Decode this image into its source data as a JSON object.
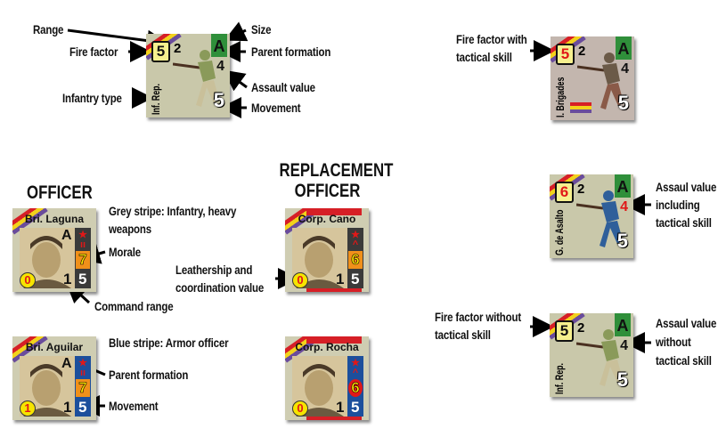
{
  "colors": {
    "rep_red": "#d61f26",
    "rep_yellow": "#f2d21b",
    "rep_purple": "#6a4c9c",
    "green": "#2f8f3a",
    "blue": "#1c4f9c",
    "grey": "#3a3a3a",
    "orange": "#f0901a",
    "khaki": "#c9c8aa",
    "brigade_bg": "#c3b6ae"
  },
  "headings": {
    "officer": "OFFICER",
    "replacement": "REPLACEMENT OFFICER"
  },
  "labels": {
    "range": "Range",
    "fire_factor": "Fire factor",
    "infantry_type": "Infantry type",
    "size": "Size",
    "parent_formation": "Parent formation",
    "assault_value": "Assault value",
    "movement": "Movement",
    "fire_with": "Fire factor with",
    "fire_with_2": "tactical skill",
    "assault_incl_1": "Assaul value",
    "assault_incl_2": "including",
    "assault_incl_3": "tactical skill",
    "fire_without": "Fire factor without",
    "fire_without_2": "tactical skill",
    "assault_without_1": "Assaul value",
    "assault_without_2": "without",
    "assault_without_3": "tactical skill",
    "grey_stripe_1": "Grey stripe: Infantry, heavy",
    "grey_stripe_2": "weapons",
    "morale": "Morale",
    "command_range": "Command range",
    "leadership_1": "Leathership and",
    "leadership_2": "coordination value",
    "blue_stripe": "Blue stripe: Armor officer",
    "officer_parent_formation": "Parent formation",
    "officer_movement": "Movement"
  },
  "units": [
    {
      "type": "Inf. Rep.",
      "fire": "5",
      "fire_color": "#111",
      "range": "2",
      "size": "A",
      "assault": "4",
      "assault_color": "#111",
      "movement": "5",
      "bg": "#c9c8aa",
      "uniform": "#8a9a5a"
    },
    {
      "type": "I. Brigades",
      "fire": "5",
      "fire_color": "#e01818",
      "range": "2",
      "size": "A",
      "assault": "4",
      "assault_color": "#111",
      "movement": "5",
      "bg": "#c3b6ae",
      "uniform": "#6b5a48"
    },
    {
      "type": "G. de Asalto",
      "fire": "6",
      "fire_color": "#e01818",
      "range": "2",
      "size": "A",
      "assault": "4",
      "assault_color": "#e01818",
      "movement": "5",
      "bg": "#c9c8aa",
      "uniform": "#2f5f9a"
    },
    {
      "type": "Inf. Rep.",
      "fire": "5",
      "fire_color": "#111",
      "range": "2",
      "size": "A",
      "assault": "4",
      "assault_color": "#111",
      "movement": "5",
      "bg": "#c9c8aa",
      "uniform": "#8a9a5a"
    }
  ],
  "officers": [
    {
      "name": "Bri. Laguna",
      "formation": "A",
      "rank": "★ ıı",
      "morale": "7",
      "command_range": "1",
      "movement": "5",
      "leadership": "0",
      "column": "#3a3a3a",
      "replacement": false
    },
    {
      "name": "Bri. Aguilar",
      "formation": "A",
      "rank": "★ ıı",
      "morale": "7",
      "command_range": "1",
      "movement": "5",
      "leadership": "1",
      "column": "#1c4f9c",
      "replacement": false
    },
    {
      "name": "Corp. Cano",
      "formation": "",
      "rank": "★ ^",
      "morale": "6",
      "command_range": "1",
      "movement": "5",
      "leadership": "0",
      "column": "#3a3a3a",
      "replacement": true
    },
    {
      "name": "Corp. Rocha",
      "formation": "",
      "rank": "★ ^",
      "morale": "6",
      "command_range": "1",
      "movement": "5",
      "leadership": "0",
      "column": "#1c4f9c",
      "replacement": true,
      "morale_circle": true
    }
  ]
}
